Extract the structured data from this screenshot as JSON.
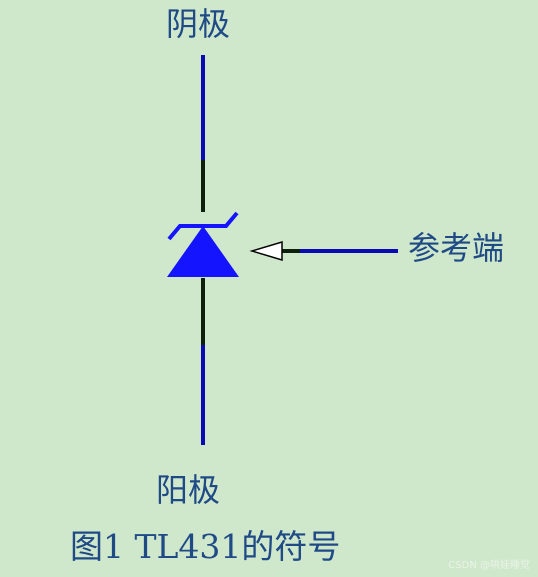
{
  "labels": {
    "cathode": "阴极",
    "reference": "参考端",
    "anode": "阳极"
  },
  "caption": "图1 TL431的符号",
  "watermark": "CSDN @哄娃睡觉",
  "colors": {
    "background": "#cfe8cb",
    "wire": "#0a0ab4",
    "wire_segment": "#0d1f0d",
    "symbol": "#1414ff",
    "text": "#1f4a86",
    "arrow_fill": "#ffffff"
  }
}
